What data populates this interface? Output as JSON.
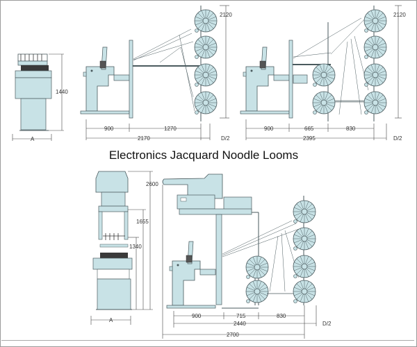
{
  "title": "Electronics Jacquard Noodle Looms",
  "colors": {
    "machine_fill": "#c8e2e6",
    "machine_stroke": "#4a5a5e",
    "dark_band": "#3a3a3a",
    "dim_line": "#444444"
  },
  "views": [
    {
      "name": "small-loom-front",
      "dimensions": {
        "height": "1440",
        "width": "A"
      }
    },
    {
      "name": "small-loom-side-4-creel",
      "dimensions": {
        "machine_depth": "900",
        "creel_distance": "1270",
        "total": "2170",
        "creel_half": "D/2",
        "height": "2120"
      }
    },
    {
      "name": "small-loom-side-8-creel",
      "dimensions": {
        "machine_depth": "900",
        "gap": "665",
        "creel_distance": "830",
        "total": "2395",
        "creel_half": "D/2",
        "height": "2120"
      }
    },
    {
      "name": "large-loom-front",
      "dimensions": {
        "overall_height": "2600",
        "frame_height": "1655",
        "beam_height": "1340",
        "width": "A"
      }
    },
    {
      "name": "large-loom-side",
      "dimensions": {
        "machine_depth": "900",
        "gap": "715",
        "creel_distance": "830",
        "subtotal": "2440",
        "total": "2700",
        "creel_half": "D/2"
      }
    }
  ]
}
